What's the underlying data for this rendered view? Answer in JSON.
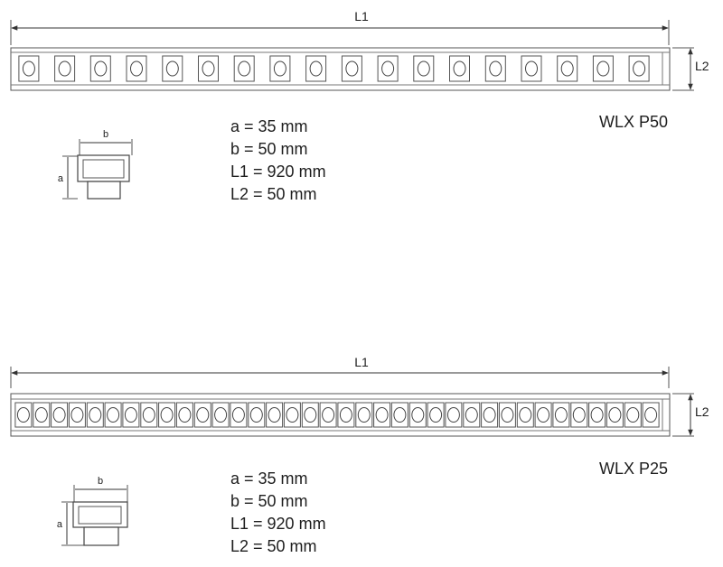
{
  "products": [
    {
      "model": "WLX P50",
      "led_count": 18,
      "dim_labels": {
        "length": "L1",
        "width": "L2",
        "a": "a",
        "b": "b"
      },
      "specs": [
        "a = 35 mm",
        "b = 50 mm",
        "L1 = 920 mm",
        "L2 = 50 mm"
      ]
    },
    {
      "model": "WLX P25",
      "led_count": 36,
      "dim_labels": {
        "length": "L1",
        "width": "L2",
        "a": "a",
        "b": "b"
      },
      "specs": [
        "a = 35 mm",
        "b = 50 mm",
        "L1 = 920 mm",
        "L2 = 50 mm"
      ]
    }
  ]
}
